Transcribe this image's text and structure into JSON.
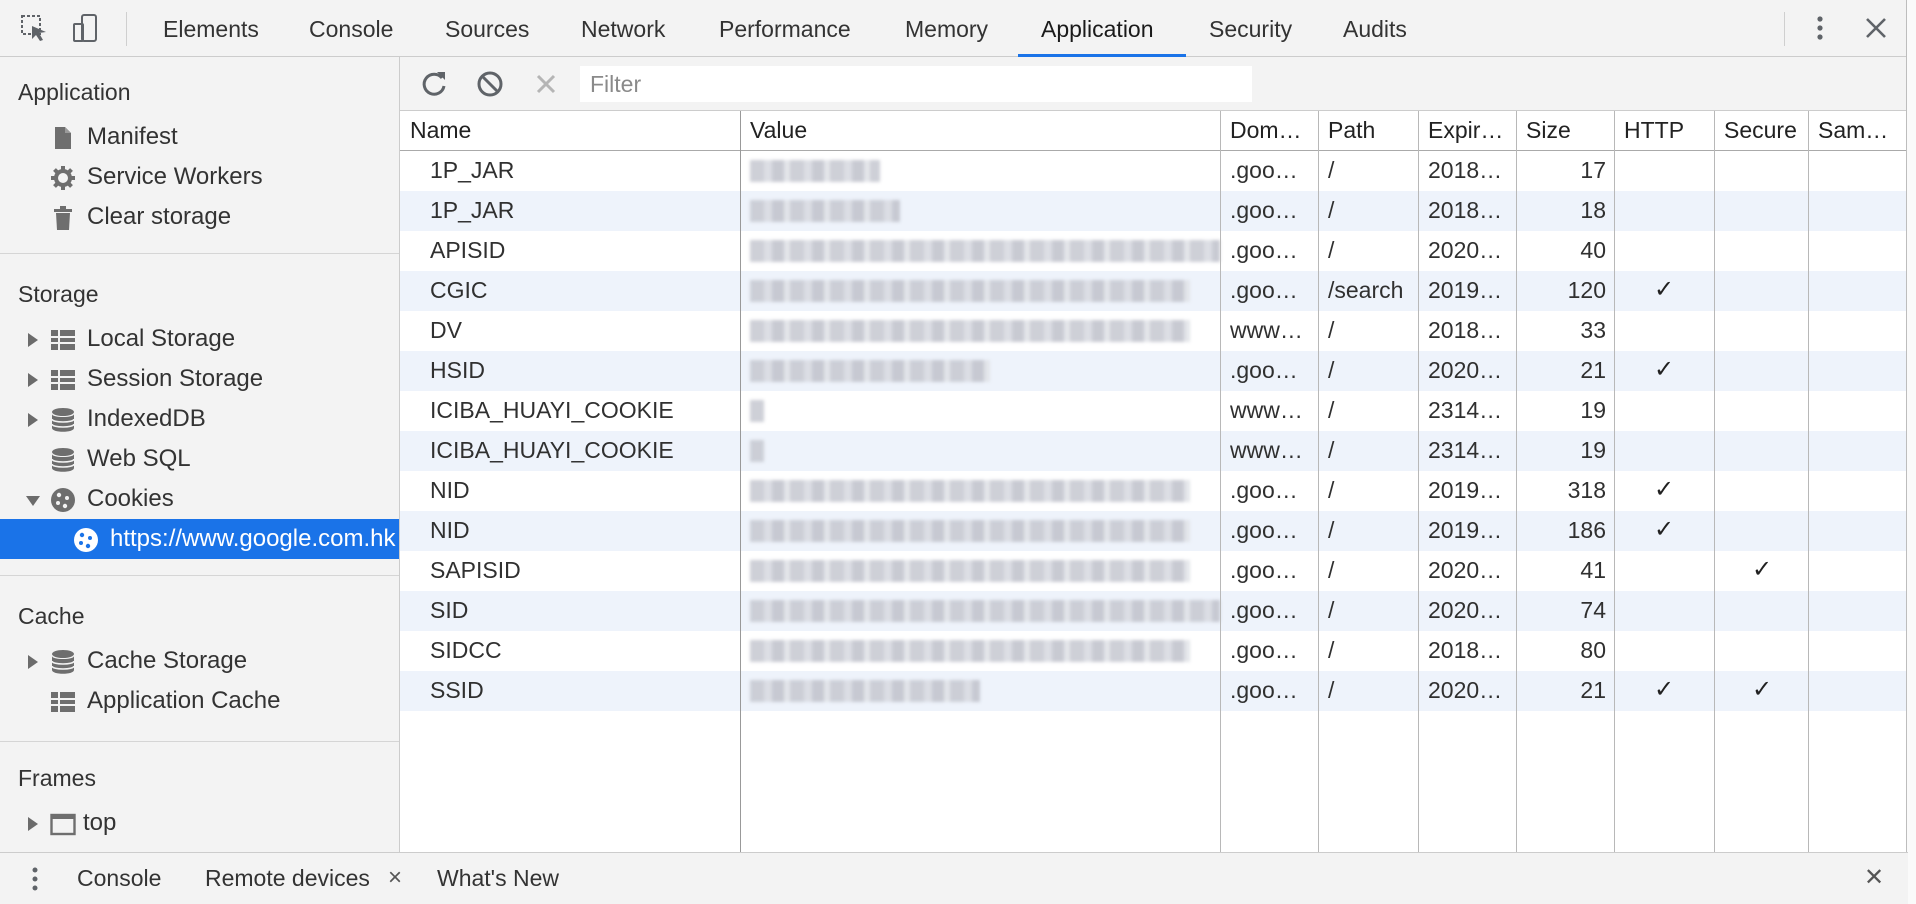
{
  "toolbar": {
    "tabs": [
      "Elements",
      "Console",
      "Sources",
      "Network",
      "Performance",
      "Memory",
      "Application",
      "Security",
      "Audits"
    ],
    "active_tab": "Application",
    "more_icon": "kebab-menu-icon",
    "close_icon": "close-icon"
  },
  "sidebar": {
    "application": {
      "title": "Application",
      "items": [
        "Manifest",
        "Service Workers",
        "Clear storage"
      ]
    },
    "storage": {
      "title": "Storage",
      "items": [
        "Local Storage",
        "Session Storage",
        "IndexedDB",
        "Web SQL",
        "Cookies"
      ],
      "cookie_child": "https://www.google.com.hk"
    },
    "cache": {
      "title": "Cache",
      "items": [
        "Cache Storage",
        "Application Cache"
      ]
    },
    "frames": {
      "title": "Frames",
      "items": [
        "top"
      ]
    }
  },
  "filter": {
    "placeholder": "Filter"
  },
  "table": {
    "columns": [
      "Name",
      "Value",
      "Dom…",
      "Path",
      "Expir…",
      "Size",
      "HTTP",
      "Secure",
      "Sam…"
    ],
    "rows": [
      {
        "name": "1P_JAR",
        "domain": ".goo…",
        "path": "/",
        "expires": "2018…",
        "size": "17",
        "http": "",
        "secure": ""
      },
      {
        "name": "1P_JAR",
        "domain": ".goo…",
        "path": "/",
        "expires": "2018…",
        "size": "18",
        "http": "",
        "secure": ""
      },
      {
        "name": "APISID",
        "domain": ".goo…",
        "path": "/",
        "expires": "2020…",
        "size": "40",
        "http": "",
        "secure": ""
      },
      {
        "name": "CGIC",
        "domain": ".goo…",
        "path": "/search",
        "expires": "2019…",
        "size": "120",
        "http": "✓",
        "secure": ""
      },
      {
        "name": "DV",
        "domain": "www…",
        "path": "/",
        "expires": "2018…",
        "size": "33",
        "http": "",
        "secure": ""
      },
      {
        "name": "HSID",
        "domain": ".goo…",
        "path": "/",
        "expires": "2020…",
        "size": "21",
        "http": "✓",
        "secure": ""
      },
      {
        "name": "ICIBA_HUAYI_COOKIE",
        "domain": "www…",
        "path": "/",
        "expires": "2314…",
        "size": "19",
        "http": "",
        "secure": ""
      },
      {
        "name": "ICIBA_HUAYI_COOKIE",
        "domain": "www…",
        "path": "/",
        "expires": "2314…",
        "size": "19",
        "http": "",
        "secure": ""
      },
      {
        "name": "NID",
        "domain": ".goo…",
        "path": "/",
        "expires": "2019…",
        "size": "318",
        "http": "✓",
        "secure": ""
      },
      {
        "name": "NID",
        "domain": ".goo…",
        "path": "/",
        "expires": "2019…",
        "size": "186",
        "http": "✓",
        "secure": ""
      },
      {
        "name": "SAPISID",
        "domain": ".goo…",
        "path": "/",
        "expires": "2020…",
        "size": "41",
        "http": "",
        "secure": "✓"
      },
      {
        "name": "SID",
        "domain": ".goo…",
        "path": "/",
        "expires": "2020…",
        "size": "74",
        "http": "",
        "secure": ""
      },
      {
        "name": "SIDCC",
        "domain": ".goo…",
        "path": "/",
        "expires": "2018…",
        "size": "80",
        "http": "",
        "secure": ""
      },
      {
        "name": "SSID",
        "domain": ".goo…",
        "path": "/",
        "expires": "2020…",
        "size": "21",
        "http": "✓",
        "secure": "✓"
      }
    ]
  },
  "drawer": {
    "tabs": [
      "Console",
      "Remote devices",
      "What's New"
    ],
    "active_tab": "Remote devices",
    "tab_close_glyph": "×",
    "close_glyph": "✕"
  },
  "colors": {
    "accent": "#1a73e8",
    "toolbar_bg": "#f3f3f3",
    "alt_row": "#eef3fb"
  }
}
